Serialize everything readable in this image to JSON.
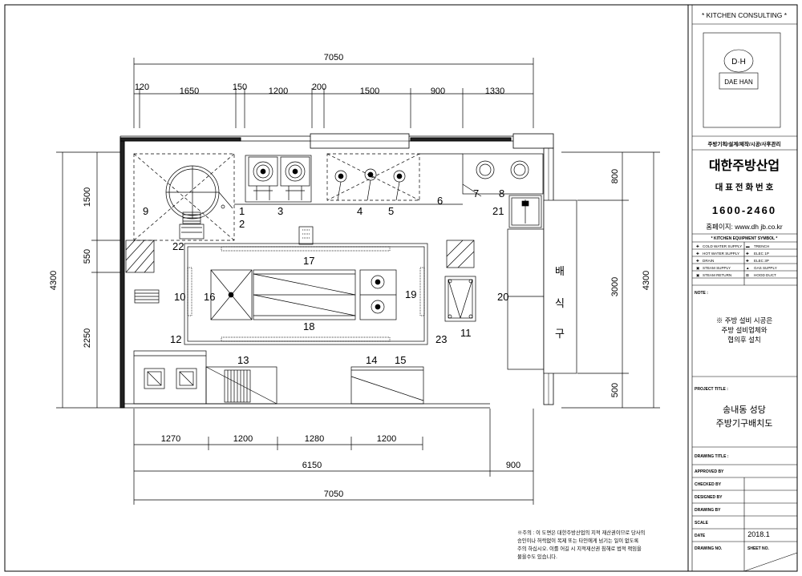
{
  "dims": {
    "top_total": "7050",
    "top_segments": [
      "120",
      "1650",
      "150",
      "1200",
      "200",
      "1500",
      "900",
      "1330"
    ],
    "bottom_segments": [
      "1270",
      "1200",
      "1280",
      "1200"
    ],
    "bottom_6150": "6150",
    "bottom_900": "900",
    "bottom_total": "7050",
    "left_total": "4300",
    "left_segments": [
      "1500",
      "550",
      "2250"
    ],
    "right_segments": [
      "800",
      "3000",
      "500"
    ],
    "right_total": "4300"
  },
  "equipment_numbers": [
    "1",
    "2",
    "3",
    "4",
    "5",
    "6",
    "7",
    "8",
    "9",
    "10",
    "11",
    "12",
    "13",
    "14",
    "15",
    "16",
    "17",
    "18",
    "19",
    "20",
    "21",
    "22",
    "23"
  ],
  "serving_window": [
    "배",
    "식",
    "구"
  ],
  "title_block": {
    "header": "* KITCHEN CONSULTING *",
    "logo_mark": "D·H",
    "logo_name": "DAE HAN",
    "services": "주방기획/설계/제작/시공/사후관리",
    "company": "대한주방산업",
    "phone_label": "대 표 전 화 번 호",
    "phone": "1600-2460",
    "website": "홈페이지: www.dh jb.co.kr",
    "symbol_header": "* KITCHEN EQUIPMENT SYMBOL *",
    "symbols": [
      [
        "COLD WATER SUPPLY",
        "TRENCH"
      ],
      [
        "HOT WATER SUPPLY",
        "ELEC 1P"
      ],
      [
        "DRAIN",
        "ELEC 3P"
      ],
      [
        "STEAM SUPPLY",
        "GAS SUPPLY"
      ],
      [
        "STEAM RETURN",
        "HOOD DUCT"
      ]
    ],
    "note_label": "NOTE :",
    "note_lines": [
      "※ 주방 설비 시공은",
      "주방 설비업체와",
      "협의후 설치"
    ],
    "project_label": "PROJECT TITLE :",
    "project_lines": [
      "송내동 성당",
      "주방기구배치도"
    ],
    "drawing_title_label": "DRAWING TITLE :",
    "approved_label": "APPROVED BY",
    "checked_label": "CHECKED BY",
    "designed_label": "DESIGNED BY",
    "drawn_label": "DRAWING BY",
    "scale_label": "SCALE",
    "date_label": "DATE",
    "date_value": "2018.1",
    "drawing_no_label": "DRAWING NO.",
    "sheet_no_label": "SHEET NO."
  },
  "footer_notice": [
    "※주의 : 이 도면은 대한주방산업의 지적 재산권이므로 당사의",
    "승인이나 허락없이 복제 또는 타인에게 넘기는 일이 없도록",
    "주의 하십시오. 이를 어길 시 지적재산권 침해로 법적 책임을",
    "물을수도 있습니다."
  ]
}
